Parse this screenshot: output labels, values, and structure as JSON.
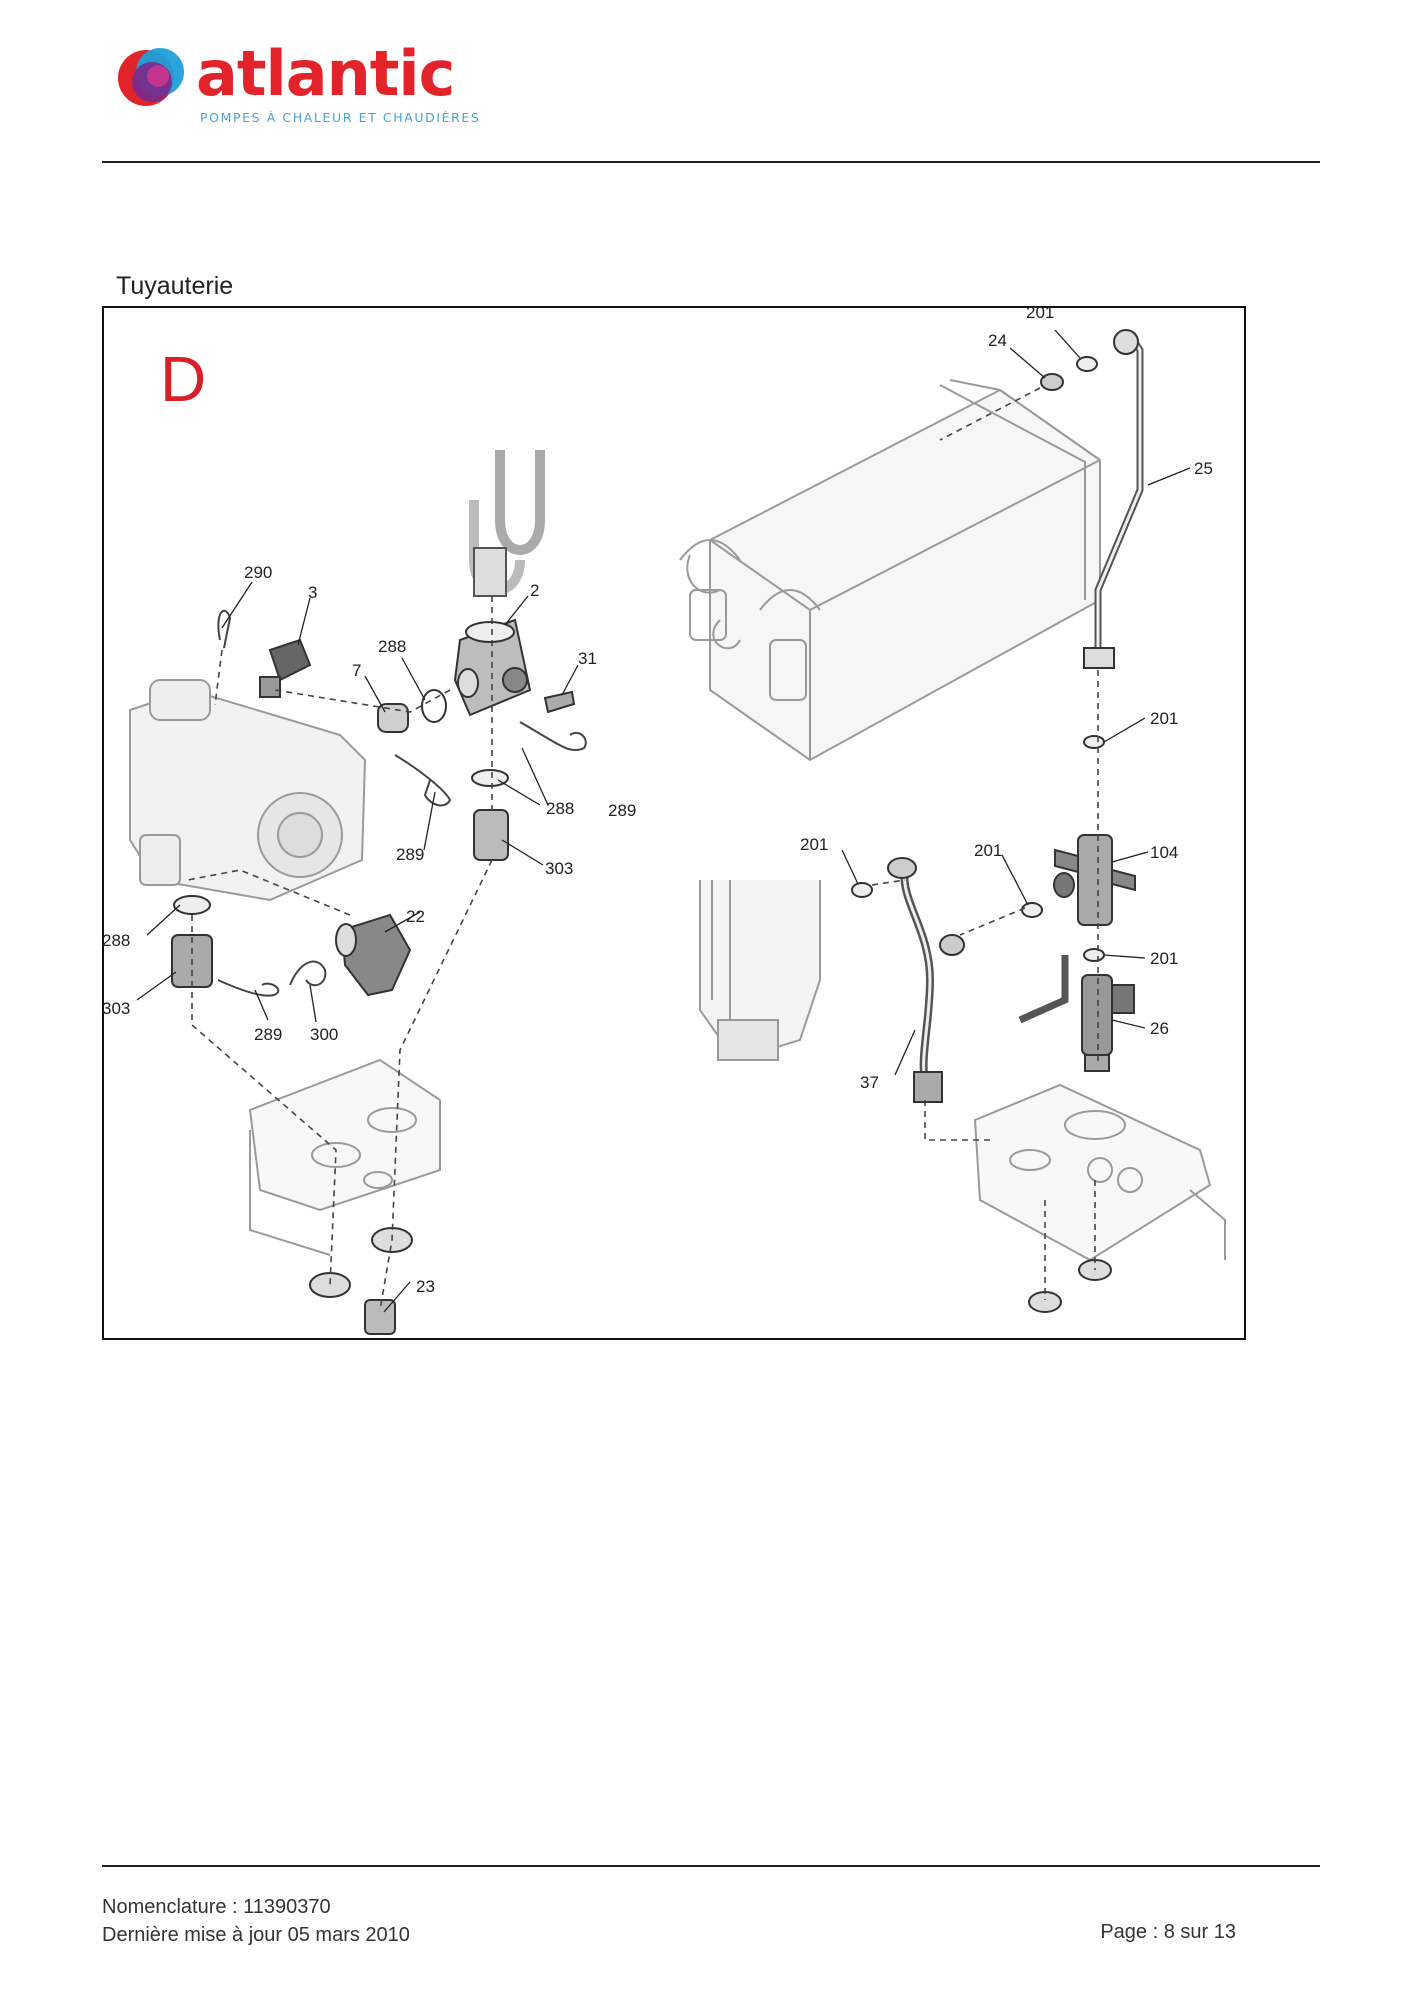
{
  "header": {
    "brand": "atlantic",
    "tagline": "POMPES À CHALEUR ET CHAUDIÈRES",
    "colors": {
      "brand_red": "#e2232a",
      "tagline_blue": "#4a9fd6"
    }
  },
  "section": {
    "title": "Tuyauterie",
    "diagram_letter": "D",
    "diagram_letter_color": "#d91f2a"
  },
  "callouts": {
    "c201_top": "201",
    "c24": "24",
    "c25": "25",
    "c290": "290",
    "c3": "3",
    "c2": "2",
    "c288_a": "288",
    "c7": "7",
    "c31": "31",
    "c288_b": "288",
    "c289_a": "289",
    "c289_b": "289",
    "c303_a": "303",
    "c22": "22",
    "c288_c": "288",
    "c303_b": "303",
    "c289_c": "289",
    "c300": "300",
    "c23": "23",
    "c201_mid": "201",
    "c201_left": "201",
    "c201_center": "201",
    "c104": "104",
    "c201_low": "201",
    "c26": "26",
    "c37": "37"
  },
  "footer": {
    "nomenclature": "Nomenclature : 11390370",
    "updated": "Dernière mise à jour 05 mars 2010",
    "page": "Page : 8 sur 13"
  }
}
